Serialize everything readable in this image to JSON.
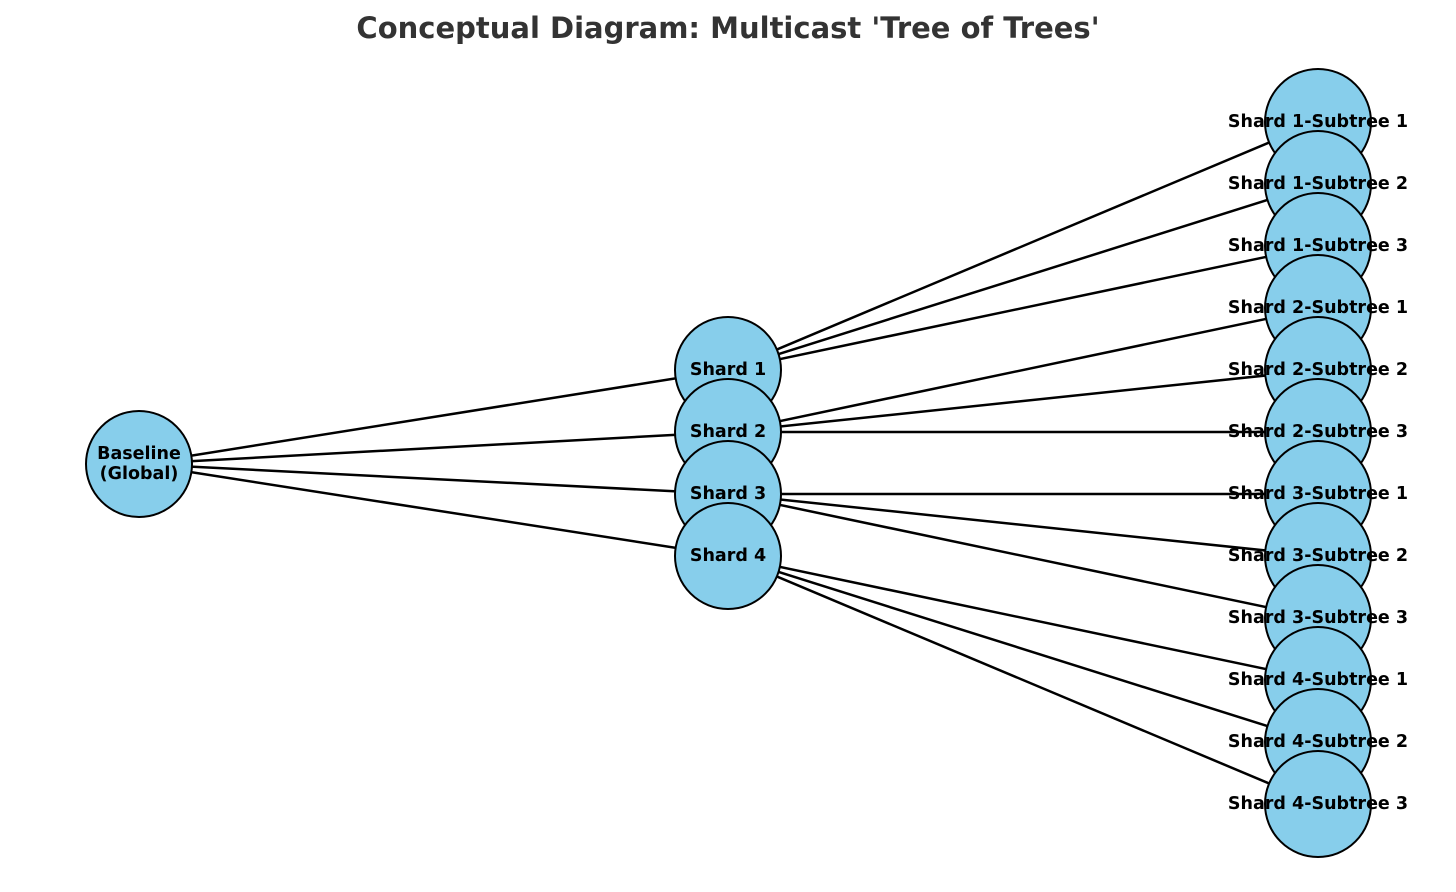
{
  "title": "Conceptual Diagram: Multicast 'Tree of Trees'",
  "colors": {
    "node_fill": "#87ceeb",
    "node_stroke": "#000000",
    "edge": "#000000",
    "title": "#333333"
  },
  "root": {
    "id": "baseline",
    "label_lines": [
      "Baseline",
      "(Global)"
    ]
  },
  "shards": [
    {
      "id": "shard-1",
      "label": "Shard 1",
      "subtrees": [
        "Shard 1-Subtree 1",
        "Shard 1-Subtree 2",
        "Shard 1-Subtree 3"
      ]
    },
    {
      "id": "shard-2",
      "label": "Shard 2",
      "subtrees": [
        "Shard 2-Subtree 1",
        "Shard 2-Subtree 2",
        "Shard 2-Subtree 3"
      ]
    },
    {
      "id": "shard-3",
      "label": "Shard 3",
      "subtrees": [
        "Shard 3-Subtree 1",
        "Shard 3-Subtree 2",
        "Shard 3-Subtree 3"
      ]
    },
    {
      "id": "shard-4",
      "label": "Shard 4",
      "subtrees": [
        "Shard 4-Subtree 1",
        "Shard 4-Subtree 2",
        "Shard 4-Subtree 3"
      ]
    }
  ]
}
